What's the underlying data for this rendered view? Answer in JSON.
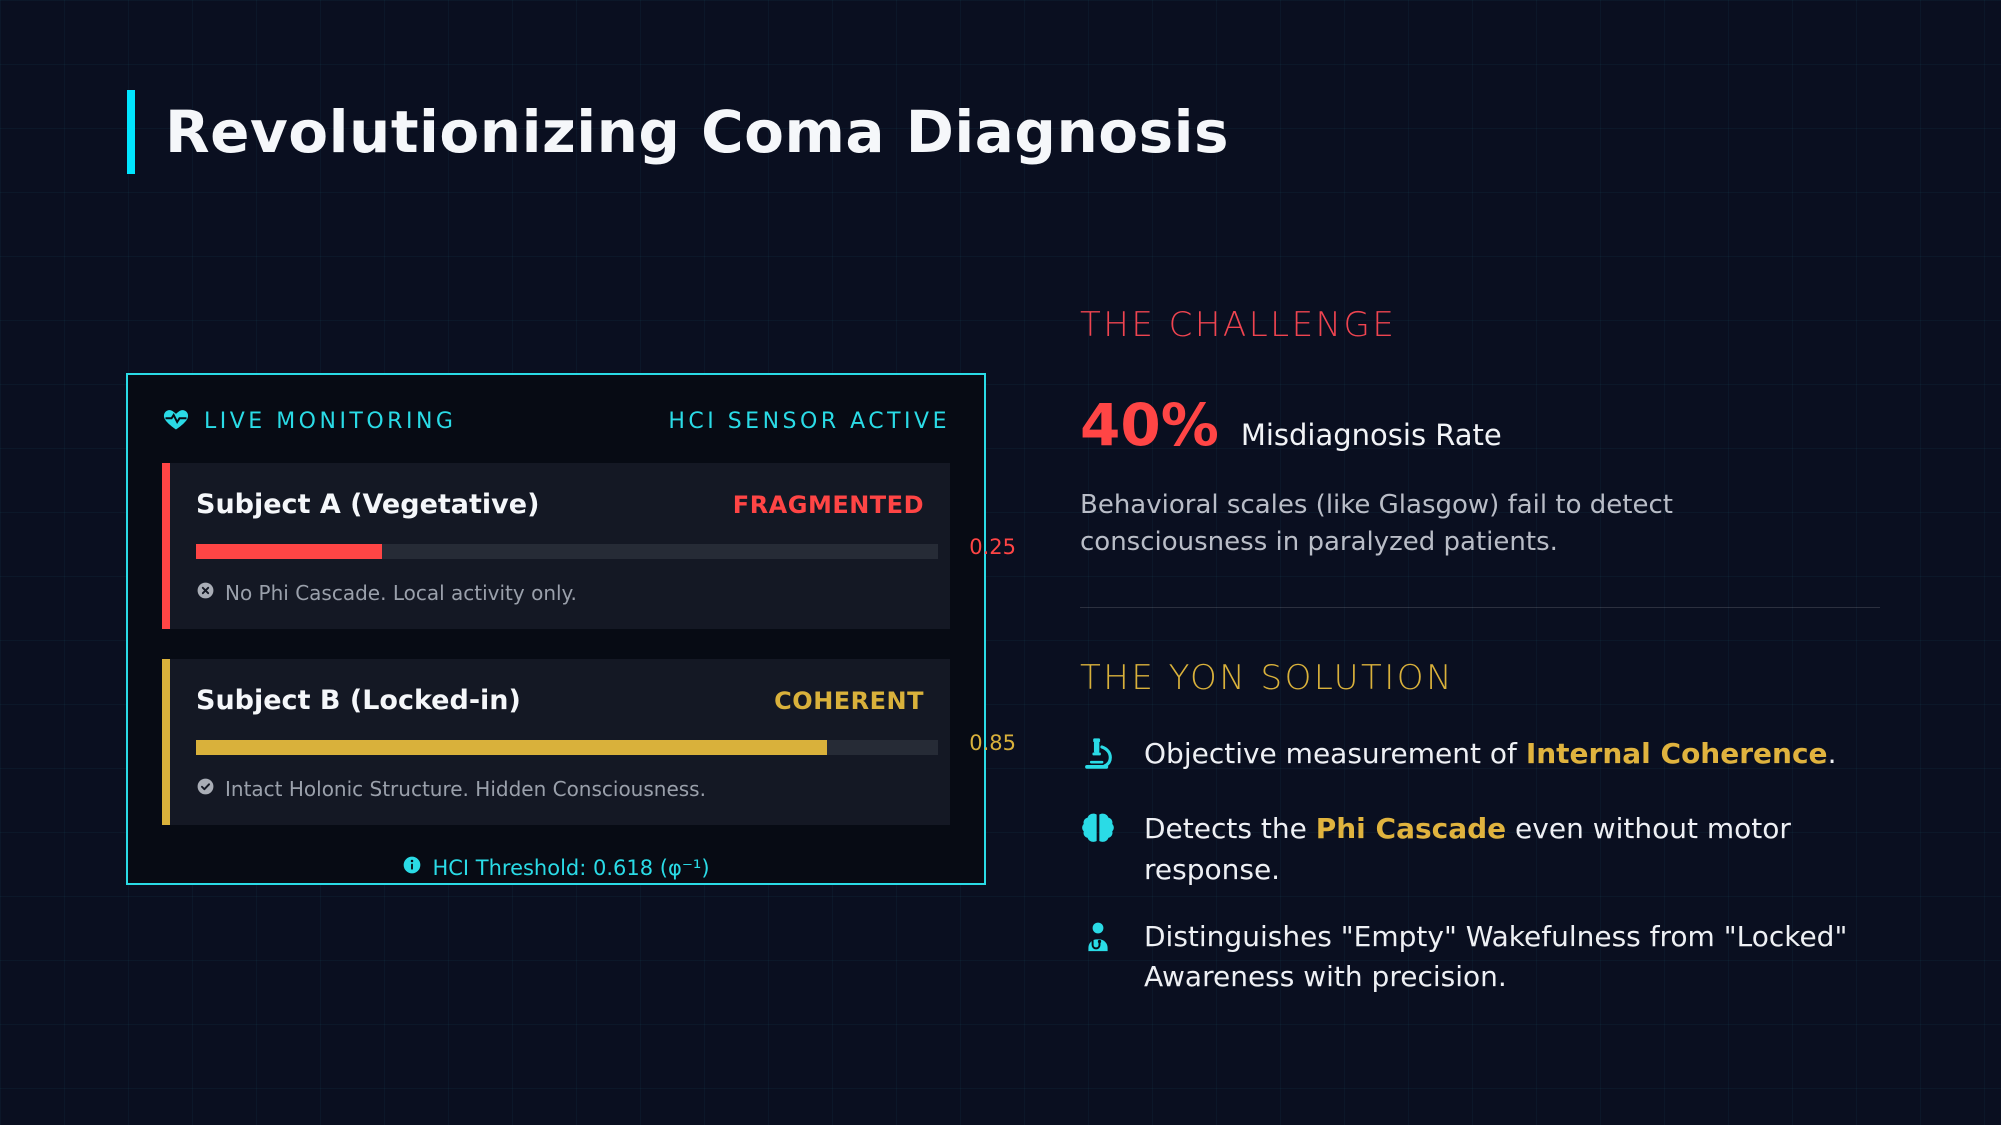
{
  "page": {
    "title": "Revolutionizing Coma Diagnosis"
  },
  "colors": {
    "background": "#0a0f20",
    "accent_cyan": "#00e5ff",
    "panel_cyan": "#2adbe6",
    "alert_red": "#ff4545",
    "heading_red": "#ef4450",
    "gold": "#d9b13b",
    "highlight_gold": "#e0b33e",
    "muted_gray": "#9aa0ab"
  },
  "monitor": {
    "header": {
      "title": "LIVE MONITORING",
      "status": "HCI SENSOR ACTIVE"
    },
    "subjects": [
      {
        "name": "Subject A (Vegetative)",
        "status": "FRAGMENTED",
        "value": "0.25",
        "bar_width": "25%",
        "accent": "#ff4545",
        "note": "No Phi Cascade. Local activity only.",
        "note_icon": "cross-circle-icon"
      },
      {
        "name": "Subject B (Locked-in)",
        "status": "COHERENT",
        "value": "0.85",
        "bar_width": "85%",
        "accent": "#d9b13b",
        "note": "Intact Holonic Structure. Hidden Consciousness.",
        "note_icon": "check-circle-icon"
      }
    ],
    "threshold": "HCI Threshold: 0.618 (φ⁻¹)"
  },
  "challenge": {
    "heading": "THE CHALLENGE",
    "stat_value": "40%",
    "stat_label": "Misdiagnosis Rate",
    "body": "Behavioral scales (like Glasgow) fail to detect consciousness in paralyzed patients."
  },
  "solution": {
    "heading": "THE YON SOLUTION",
    "bullets": [
      {
        "icon": "microscope-icon",
        "pre": "Objective measurement of ",
        "highlight": "Internal Coherence",
        "post": "."
      },
      {
        "icon": "brain-icon",
        "pre": "Detects the ",
        "highlight": "Phi Cascade",
        "post": " even without motor response."
      },
      {
        "icon": "user-doctor-icon",
        "pre": "Distinguishes \"Empty\" Wakefulness from \"Locked\" Awareness with precision.",
        "highlight": "",
        "post": ""
      }
    ]
  },
  "icons": {
    "heart-pulse-icon": "cyan heart with ECG line",
    "info-icon": "cyan filled circle with i",
    "cross-circle-icon": "gray circle with x",
    "check-circle-icon": "gray circle with check",
    "microscope-icon": "cyan microscope",
    "brain-icon": "cyan brain hemispheres",
    "user-doctor-icon": "cyan clinician with stethoscope"
  }
}
